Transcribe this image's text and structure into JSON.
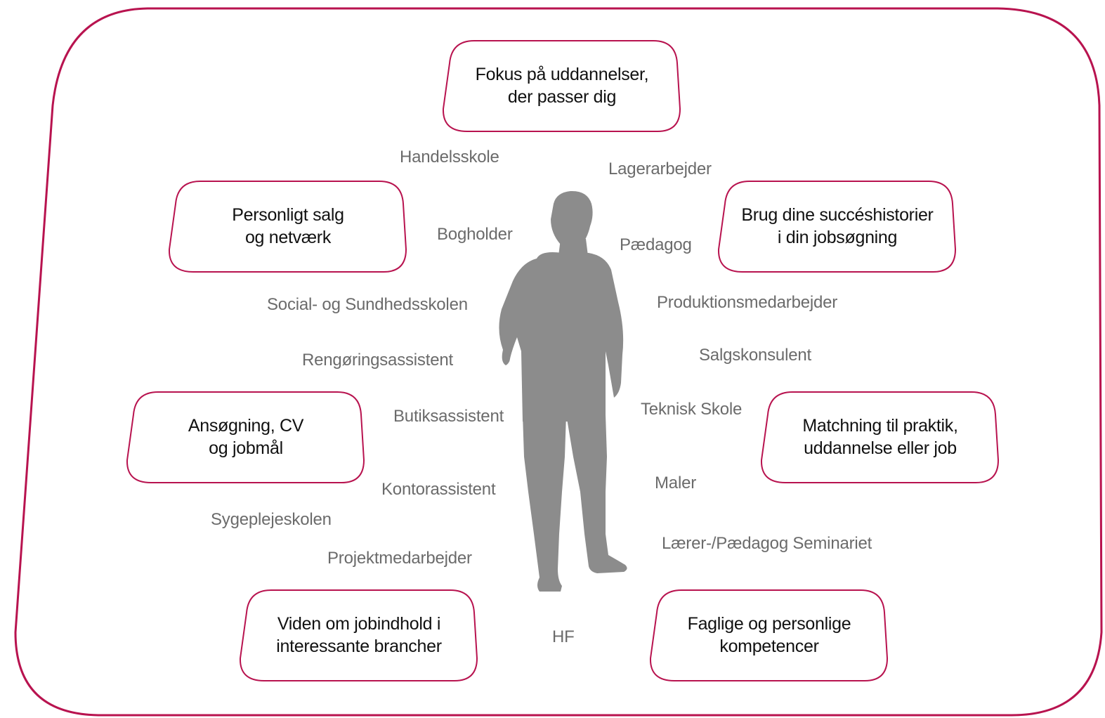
{
  "colors": {
    "frame_stroke": "#b8134f",
    "box_stroke": "#b8134f",
    "silhouette": "#8c8c8c",
    "tag_text": "#6b6b6b",
    "box_text": "#111111"
  },
  "center_figure": {
    "icon": "person-silhouette-icon"
  },
  "service_boxes": {
    "education_focus": "Fokus på uddannelser,\nder passer dig",
    "personal_sales": "Personligt salg\nog netværk",
    "success_stories": "Brug dine succéshistorier\ni din jobsøgning",
    "application_cv": "Ansøgning, CV\nog jobmål",
    "matching": "Matchning til praktik,\nuddannelse eller job",
    "job_knowledge": "Viden om jobindhold i\ninteressante brancher",
    "competences": "Faglige og personlige\nkompetencer"
  },
  "tags": {
    "handelsskole": "Handelsskole",
    "lagerarbejder": "Lagerarbejder",
    "bogholder": "Bogholder",
    "paedagog": "Pædagog",
    "social_sundhed": "Social- og Sundhedsskolen",
    "produktion": "Produktionsmedarbejder",
    "rengoering": "Rengøringsassistent",
    "salgskonsulent": "Salgskonsulent",
    "teknisk_skole": "Teknisk Skole",
    "butiksassistent": "Butiksassistent",
    "kontorassistent": "Kontorassistent",
    "maler": "Maler",
    "sygepleje": "Sygeplejeskolen",
    "laerer_seminariet": "Lærer-/Pædagog Seminariet",
    "projektmedarbejder": "Projektmedarbejder",
    "hf": "HF"
  }
}
